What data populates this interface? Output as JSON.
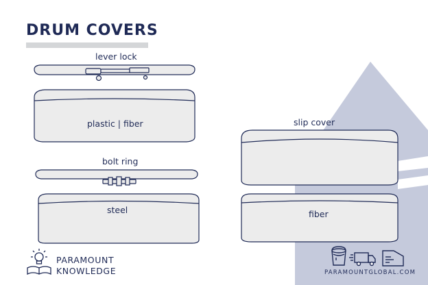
{
  "title": "DRUM COVERS",
  "labels": {
    "lever_lock": "lever lock",
    "plastic_fiber": "plastic | fiber",
    "bolt_ring": "bolt ring",
    "steel": "steel",
    "slip_cover": "slip cover",
    "fiber": "fiber"
  },
  "brand": {
    "line1": "PARAMOUNT",
    "line2": "KNOWLEDGE",
    "url": "PARAMOUNTGLOBAL.COM"
  },
  "icons": [
    "lightbulb-book-icon",
    "paint-bucket-icon",
    "delivery-truck-icon",
    "shipping-label-icon"
  ],
  "colors": {
    "navy": "#1f2a56",
    "drum_fill": "#ececec",
    "triangle": "#c4c9dc",
    "title_bar": "#d4d6d8"
  }
}
